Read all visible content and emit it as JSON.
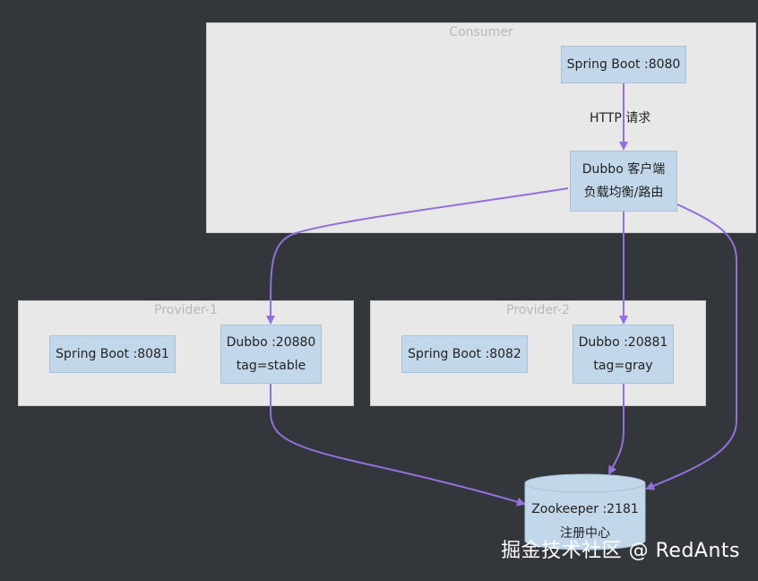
{
  "groups": {
    "consumer": "Consumer",
    "provider1": "Provider-1",
    "provider2": "Provider-2"
  },
  "nodes": {
    "consumer_spring": "Spring Boot :8080",
    "consumer_dubbo_line1": "Dubbo 客户端",
    "consumer_dubbo_line2": "负载均衡/路由",
    "p1_spring": "Spring Boot :8081",
    "p1_dubbo_line1": "Dubbo :20880",
    "p1_dubbo_line2": "tag=stable",
    "p2_spring": "Spring Boot :8082",
    "p2_dubbo_line1": "Dubbo :20881",
    "p2_dubbo_line2": "tag=gray",
    "zk_line1": "Zookeeper :2181",
    "zk_line2": "注册中心"
  },
  "edges": {
    "http_label": "HTTP 请求"
  },
  "watermark": "掘金技术社区 @ RedAnts",
  "colors": {
    "background": "#33363b",
    "group_fill": "#e8e8e8",
    "node_fill": "#c3d7ea",
    "edge": "#9370db"
  }
}
